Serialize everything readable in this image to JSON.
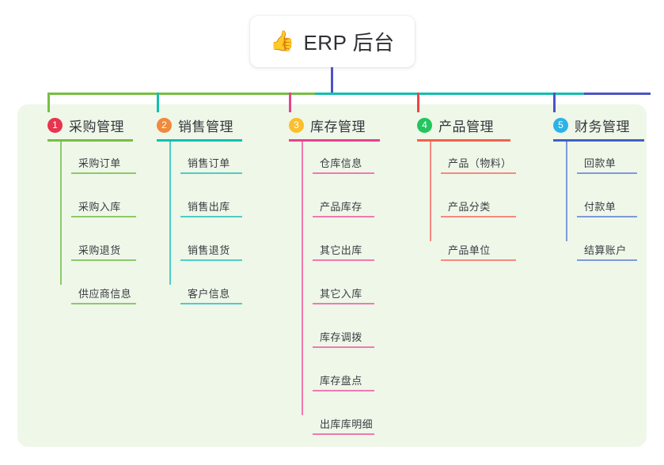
{
  "root": {
    "icon": "thumbs-up-icon",
    "icon_glyph": "👍",
    "title": "ERP 后台"
  },
  "palette": {
    "panel_background": "#eff7e9",
    "page_background": "#ffffff",
    "root_connector": "#4b54c4",
    "bus_left": "#76bf43",
    "bus_mid": "#13bfae",
    "bus_right": "#4b54c4",
    "text": "#33363b"
  },
  "columns": [
    {
      "number": "1",
      "label": "采购管理",
      "badge_color": "#e8344e",
      "rule_color": "#76bf43",
      "line_color": "#8dc96a",
      "connector_color": "#76bf43",
      "items": [
        {
          "label": "采购订单"
        },
        {
          "label": "采购入库"
        },
        {
          "label": "采购退货"
        },
        {
          "label": "供应商信息"
        }
      ]
    },
    {
      "number": "2",
      "label": "销售管理",
      "badge_color": "#f08a3c",
      "rule_color": "#13bfae",
      "line_color": "#4ecdc4",
      "connector_color": "#13bfae",
      "items": [
        {
          "label": "销售订单"
        },
        {
          "label": "销售出库"
        },
        {
          "label": "销售退货"
        },
        {
          "label": "客户信息"
        }
      ]
    },
    {
      "number": "3",
      "label": "库存管理",
      "badge_color": "#fbbf2d",
      "rule_color": "#e8418c",
      "line_color": "#ee7ab0",
      "connector_color": "#e8418c",
      "items": [
        {
          "label": "仓库信息"
        },
        {
          "label": "产品库存"
        },
        {
          "label": "其它出库"
        },
        {
          "label": "其它入库"
        },
        {
          "label": "库存调拨"
        },
        {
          "label": "库存盘点"
        },
        {
          "label": "出库库明细"
        }
      ]
    },
    {
      "number": "4",
      "label": "产品管理",
      "badge_color": "#22c55e",
      "rule_color": "#f4614d",
      "line_color": "#f58a7e",
      "connector_color": "#ef4444",
      "items": [
        {
          "label": "产品（物料）"
        },
        {
          "label": "产品分类"
        },
        {
          "label": "产品单位"
        }
      ]
    },
    {
      "number": "5",
      "label": "财务管理",
      "badge_color": "#2bb3e8",
      "rule_color": "#3f62c4",
      "line_color": "#7d9ad8",
      "connector_color": "#4b54c4",
      "items": [
        {
          "label": "回款单"
        },
        {
          "label": "付款单"
        },
        {
          "label": "结算账户"
        }
      ]
    }
  ]
}
